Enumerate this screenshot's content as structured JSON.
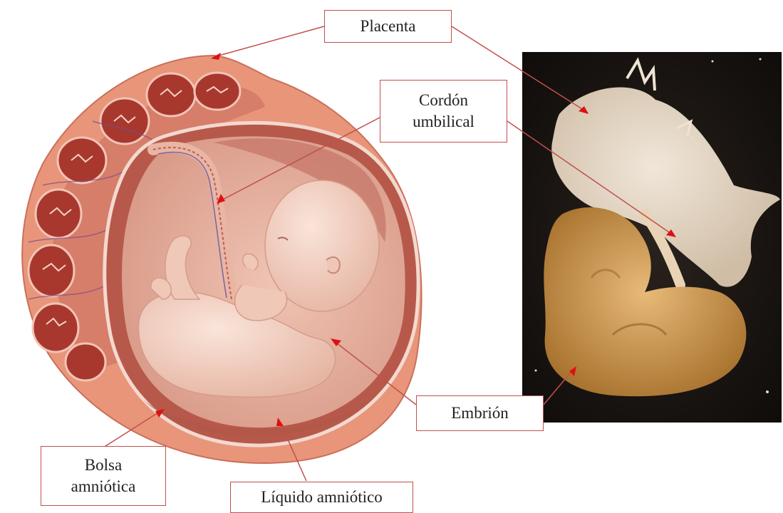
{
  "labels": {
    "placenta": "Placenta",
    "cordon_line1": "Cordón",
    "cordon_line2": "umbilical",
    "embrion": "Embrión",
    "bolsa_line1": "Bolsa",
    "bolsa_line2": "amniótica",
    "liquido": "Líquido amniótico"
  },
  "colors": {
    "leader_line": "#c0504d",
    "placenta_tissue": "#e8957a",
    "placenta_lobe": "#a8382e",
    "amniotic_fluid": "#e8b3a2",
    "embryo_skin": "#f3cfc0",
    "photo_background": "#1a1512"
  }
}
